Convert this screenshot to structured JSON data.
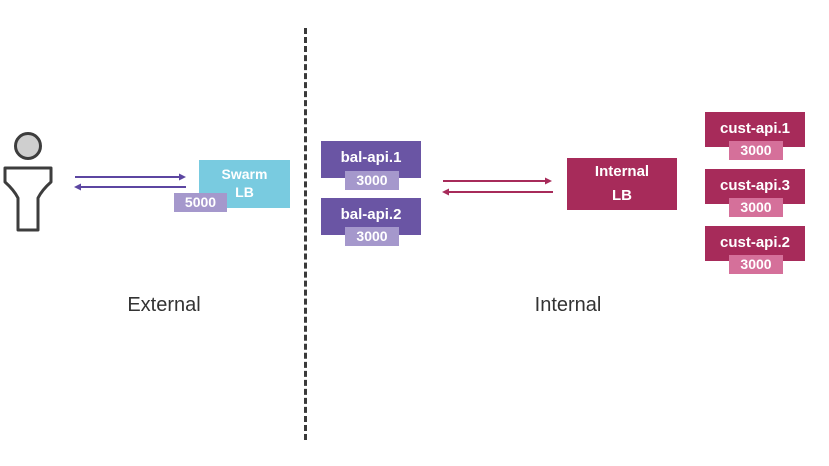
{
  "colors": {
    "swarm_lb": "#79cbe0",
    "swarm_port": "#a598cc",
    "bal_box": "#6a55a4",
    "bal_port": "#a598cc",
    "internal_lb": "#a72b5a",
    "cust_box": "#a72b5a",
    "cust_port": "#d5709a",
    "external_arrow": "#5c46a1",
    "internal_arrow": "#a72b5a",
    "user_icon": "#3d3d3d",
    "user_icon_fill": "#cfcfcf"
  },
  "icons": {
    "user": "user-person-icon"
  },
  "zones": {
    "external_label": "External",
    "internal_label": "Internal"
  },
  "swarm_lb": {
    "label_line1": "Swarm",
    "label_line2": "LB",
    "port": "5000"
  },
  "bal_services": [
    {
      "name": "bal-api.1",
      "port": "3000"
    },
    {
      "name": "bal-api.2",
      "port": "3000"
    }
  ],
  "internal_lb": {
    "label_line1": "Internal",
    "label_line2": "LB"
  },
  "cust_services": [
    {
      "name": "cust-api.1",
      "port": "3000"
    },
    {
      "name": "cust-api.3",
      "port": "3000"
    },
    {
      "name": "cust-api.2",
      "port": "3000"
    }
  ]
}
